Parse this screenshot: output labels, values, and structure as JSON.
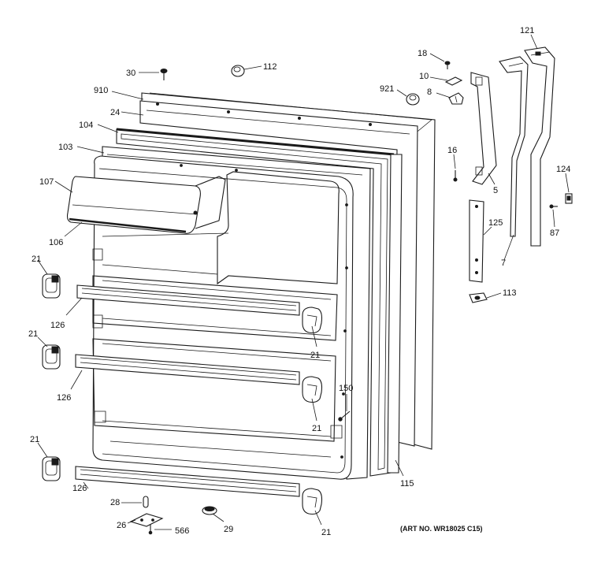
{
  "callouts": {
    "c30": "30",
    "c112": "112",
    "c910": "910",
    "c24": "24",
    "c104": "104",
    "c103": "103",
    "c107": "107",
    "c106": "106",
    "c21a": "21",
    "c126a": "126",
    "c21b": "21",
    "c126b": "126",
    "c21c": "21",
    "c126c": "126",
    "c28": "28",
    "c26": "26",
    "c566": "566",
    "c29": "29",
    "c21d": "21",
    "c21e": "21",
    "c21f": "21",
    "c150": "150",
    "c115": "115",
    "c18": "18",
    "c10": "10",
    "c8": "8",
    "c921": "921",
    "c16": "16",
    "c5": "5",
    "c121": "121",
    "c124": "124",
    "c87": "87",
    "c125": "125",
    "c7": "7",
    "c113": "113"
  },
  "art_number": "(ART NO. WR18025 C15)"
}
